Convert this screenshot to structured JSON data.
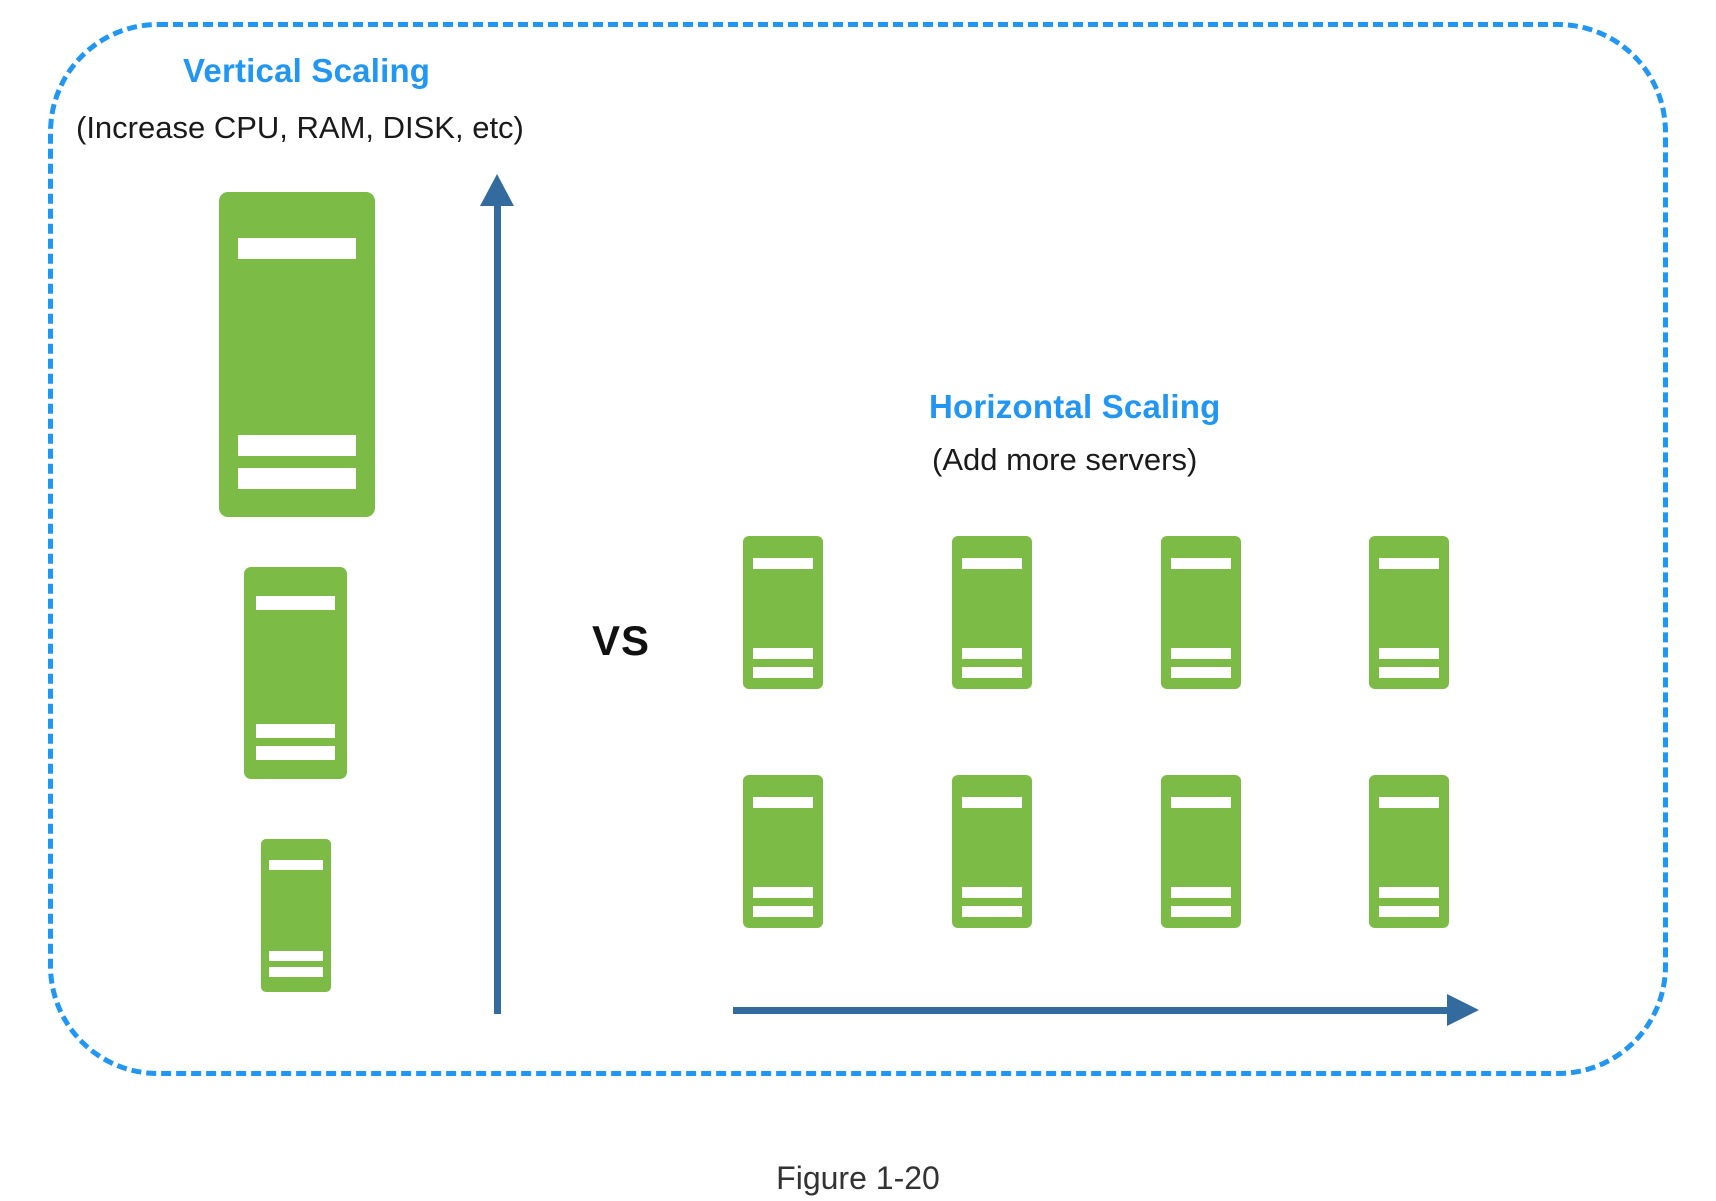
{
  "diagram": {
    "title_vertical": "Vertical Scaling",
    "subtitle_vertical": "(Increase CPU, RAM, DISK, etc)",
    "title_horizontal": "Horizontal Scaling",
    "subtitle_horizontal": "(Add more servers)",
    "comparator": "VS",
    "caption": "Figure 1-20",
    "colors": {
      "accent_blue": "#2196f3",
      "arrow_blue": "#336b9e",
      "server_green": "#7cbb45",
      "background": "#ffffff",
      "text_dark": "#1a1a1a"
    },
    "vertical_servers": [
      {
        "size": "large",
        "name": "server-large"
      },
      {
        "size": "medium",
        "name": "server-medium"
      },
      {
        "size": "small",
        "name": "server-small"
      }
    ],
    "horizontal_servers": {
      "rows": 2,
      "columns": 4,
      "total": 8
    },
    "arrows": [
      {
        "name": "vertical-scaling-arrow",
        "direction": "up"
      },
      {
        "name": "horizontal-scaling-arrow",
        "direction": "right"
      }
    ]
  }
}
